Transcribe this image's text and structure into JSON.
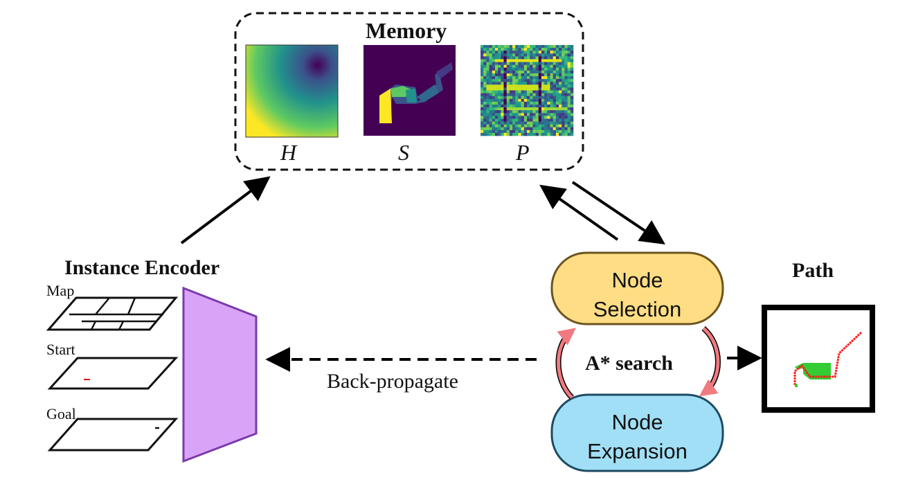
{
  "memory": {
    "title": "Memory",
    "maps": [
      {
        "label": "H",
        "kind": "heuristic-map"
      },
      {
        "label": "S",
        "kind": "search-history-map"
      },
      {
        "label": "P",
        "kind": "cost-map"
      }
    ]
  },
  "encoder": {
    "title": "Instance Encoder",
    "layers": [
      "Map",
      "Start",
      "Goal"
    ],
    "color": "#d9a3f7"
  },
  "search": {
    "selection": "Node\nSelection",
    "expansion": "Node\nExpansion",
    "loop_label": "A* search",
    "selection_color": "#fedd84",
    "expansion_color": "#a0dff5"
  },
  "path": {
    "title": "Path"
  },
  "back_propagate": "Back-propagate"
}
